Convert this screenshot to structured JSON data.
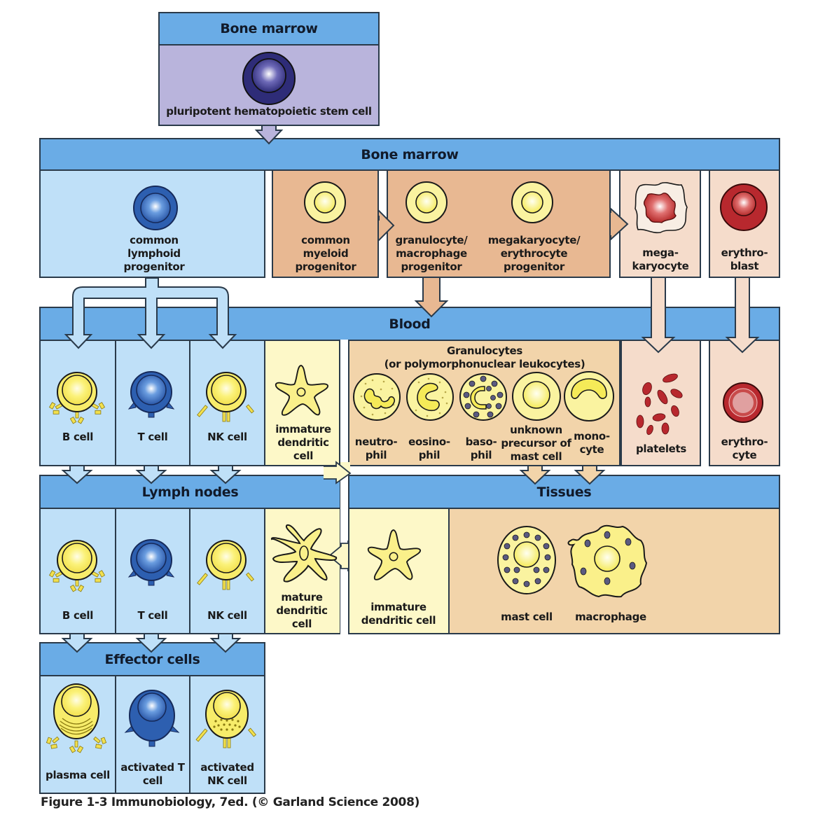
{
  "figure": {
    "caption": "Figure 1-3  Immunobiology, 7ed. (© Garland Science 2008)",
    "colors": {
      "header_blue": "#6aace6",
      "lymphoid_light_blue": "#bfe0f8",
      "stem_purple": "#b9b4dc",
      "myeloid_tan": "#e8b892",
      "erythroid_pink": "#f5dccb",
      "dendritic_cream": "#fdf8c8",
      "granulocyte_peach": "#f2d4aa",
      "cell_yellow": "#f7ec6a",
      "cell_blue": "#2d5fb0",
      "cell_red": "#b8282e"
    }
  },
  "sections": {
    "stem": {
      "header": "Bone marrow",
      "cells": [
        {
          "icon": "stem-cell-icon",
          "label": "pluripotent hematopoietic stem cell"
        }
      ]
    },
    "bone_marrow": {
      "header": "Bone marrow",
      "cells": [
        {
          "icon": "lymphoid-progenitor-icon",
          "label": "common lymphoid progenitor"
        },
        {
          "icon": "myeloid-progenitor-icon",
          "label": "common myeloid progenitor"
        },
        {
          "icon": "gm-progenitor-icon",
          "label": "granulocyte/ macrophage progenitor"
        },
        {
          "icon": "me-progenitor-icon",
          "label": "megakaryocyte/ erythrocyte progenitor"
        },
        {
          "icon": "megakaryocyte-icon",
          "label": "mega- karyocyte"
        },
        {
          "icon": "erythroblast-icon",
          "label": "erythro- blast"
        }
      ]
    },
    "blood": {
      "header": "Blood",
      "granulocytes_title": "Granulocytes",
      "granulocytes_subtitle": "(or polymorphonuclear leukocytes)",
      "cells": [
        {
          "icon": "b-cell-icon",
          "label": "B cell"
        },
        {
          "icon": "t-cell-icon",
          "label": "T cell"
        },
        {
          "icon": "nk-cell-icon",
          "label": "NK cell"
        },
        {
          "icon": "immature-dendritic-cell-icon",
          "label": "immature dendritic cell"
        },
        {
          "icon": "neutrophil-icon",
          "label": "neutro- phil"
        },
        {
          "icon": "eosinophil-icon",
          "label": "eosino- phil"
        },
        {
          "icon": "basophil-icon",
          "label": "baso- phil"
        },
        {
          "icon": "mast-precursor-icon",
          "label": "unknown precursor of mast cell"
        },
        {
          "icon": "monocyte-icon",
          "label": "mono- cyte"
        },
        {
          "icon": "platelets-icon",
          "label": "platelets"
        },
        {
          "icon": "erythrocyte-icon",
          "label": "erythro- cyte"
        }
      ]
    },
    "lymph_nodes": {
      "header": "Lymph nodes",
      "cells": [
        {
          "icon": "b-cell-icon",
          "label": "B cell"
        },
        {
          "icon": "t-cell-icon",
          "label": "T cell"
        },
        {
          "icon": "nk-cell-icon",
          "label": "NK cell"
        },
        {
          "icon": "mature-dendritic-cell-icon",
          "label": "mature dendritic cell"
        }
      ]
    },
    "tissues": {
      "header": "Tissues",
      "cells": [
        {
          "icon": "immature-dendritic-cell-icon",
          "label": "immature dendritic cell"
        },
        {
          "icon": "mast-cell-icon",
          "label": "mast cell"
        },
        {
          "icon": "macrophage-icon",
          "label": "macrophage"
        }
      ]
    },
    "effector": {
      "header": "Effector cells",
      "cells": [
        {
          "icon": "plasma-cell-icon",
          "label": "plasma cell"
        },
        {
          "icon": "activated-t-cell-icon",
          "label": "activated T cell"
        },
        {
          "icon": "activated-nk-cell-icon",
          "label": "activated NK cell"
        }
      ]
    }
  }
}
